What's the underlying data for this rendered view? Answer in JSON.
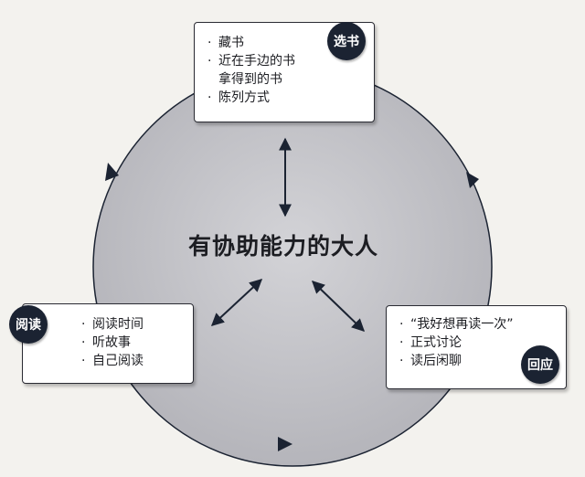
{
  "center": {
    "title": "有协助能力的大人"
  },
  "select_books": {
    "badge": "选书",
    "items": [
      "藏书",
      "近在手边的书",
      "拿得到的书",
      "陈列方式"
    ]
  },
  "reading": {
    "badge": "阅读",
    "items": [
      "阅读时间",
      "听故事",
      "自己阅读"
    ]
  },
  "response": {
    "badge": "回应",
    "items": [
      "“我好想再读一次”",
      "正式讨论",
      "读后闲聊"
    ]
  },
  "bullet": "·",
  "colors": {
    "circle_fill": "#bfbfc4",
    "ink": "#1b2332",
    "box_fill": "#ffffff"
  },
  "icons": [
    "double-headed-arrow-icon",
    "cycle-arrowhead-icon"
  ]
}
